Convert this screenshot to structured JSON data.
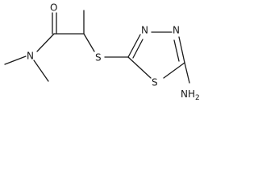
{
  "molecule": {
    "atoms": {
      "O": "O",
      "N_amide": "N",
      "S_thioether": "S",
      "N_ring_upper": "N",
      "N_ring_lower": "N",
      "S_ring": "S",
      "NH2": "NH",
      "NH2_subscript": "2"
    }
  }
}
